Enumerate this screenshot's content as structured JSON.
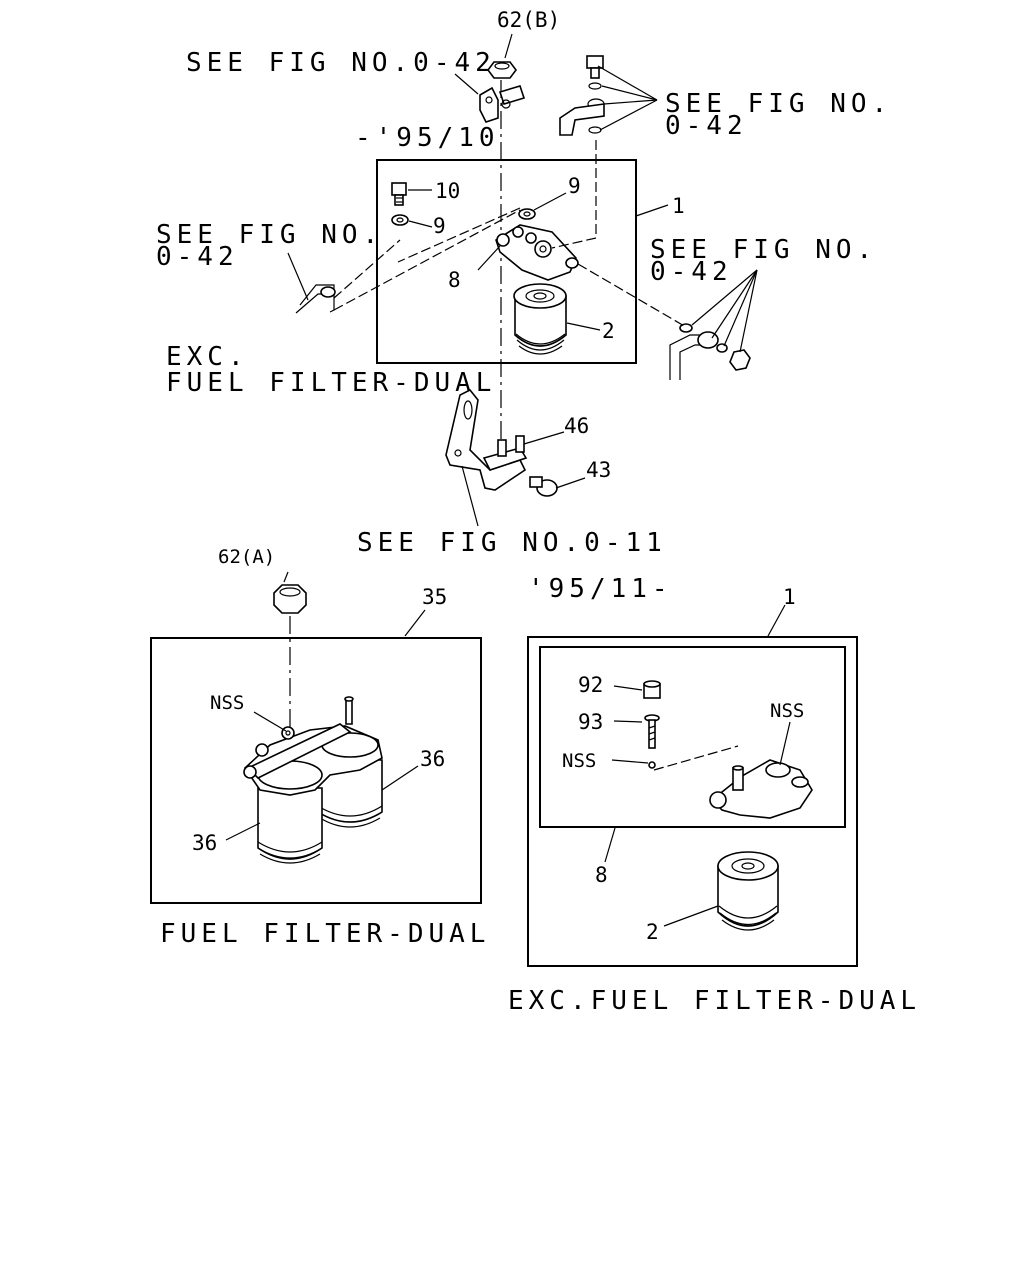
{
  "labels": {
    "part_62b": "62(B)",
    "see_fig_top": "SEE FIG NO.0-42",
    "date_before": "-'95/10",
    "see_fig_right_top_1": "SEE FIG NO.",
    "see_fig_right_top_2": "0-42",
    "part_10": "10",
    "part_9a": "9",
    "part_9b": "9",
    "part_1a": "1",
    "see_fig_left_1": "SEE FIG NO.",
    "see_fig_left_2": "0-42",
    "see_fig_right_mid_1": "SEE FIG NO.",
    "see_fig_right_mid_2": "0-42",
    "part_8a": "8",
    "part_2a": "2",
    "exc_1": "EXC.",
    "exc_2": "FUEL FILTER-DUAL",
    "part_46": "46",
    "part_43": "43",
    "see_fig_011": "SEE FIG NO.0-11",
    "part_62a": "62(A)",
    "part_35": "35",
    "date_after": "'95/11-",
    "part_1b": "1",
    "part_nss_a": "NSS",
    "part_36a": "36",
    "part_36b": "36",
    "part_92": "92",
    "part_93": "93",
    "part_nss_b": "NSS",
    "part_nss_c": "NSS",
    "part_8b": "8",
    "part_2b": "2",
    "caption_dual": "FUEL FILTER-DUAL",
    "caption_exc_dual": "EXC.FUEL FILTER-DUAL"
  }
}
